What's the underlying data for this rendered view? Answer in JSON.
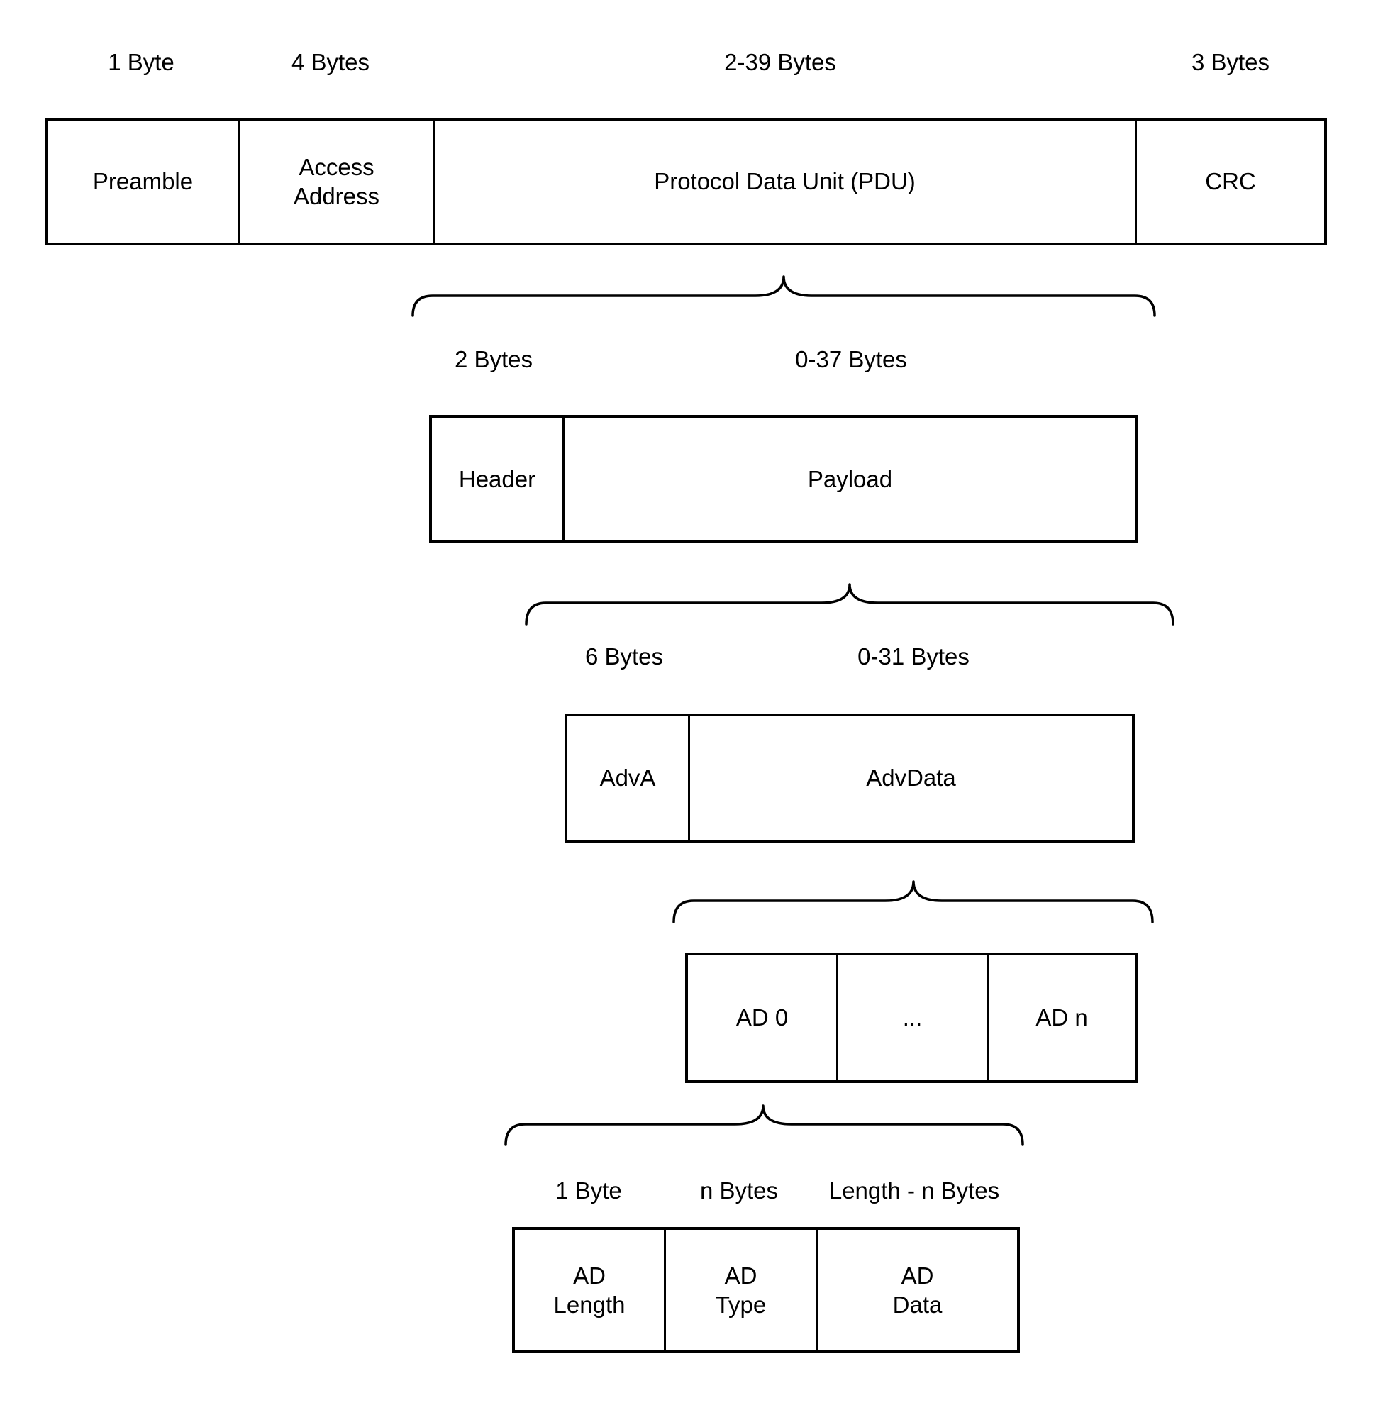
{
  "colors": {
    "background": "#ffffff",
    "line": "#000000",
    "text": "#000000"
  },
  "packet_row": {
    "size_labels": {
      "preamble": "1 Byte",
      "access_address": "4 Bytes",
      "pdu": "2-39 Bytes",
      "crc": "3 Bytes"
    },
    "cells": {
      "preamble": "Preamble",
      "access_address": "Access\nAddress",
      "pdu": "Protocol Data Unit (PDU)",
      "crc": "CRC"
    }
  },
  "pdu_row": {
    "size_labels": {
      "header": "2 Bytes",
      "payload": "0-37 Bytes"
    },
    "cells": {
      "header": "Header",
      "payload": "Payload"
    }
  },
  "payload_row": {
    "size_labels": {
      "adva": "6 Bytes",
      "advdata": "0-31 Bytes"
    },
    "cells": {
      "adva": "AdvA",
      "advdata": "AdvData"
    }
  },
  "advdata_row": {
    "cells": {
      "ad0": "AD 0",
      "ellipsis": "...",
      "adn": "AD n"
    }
  },
  "ad_structure_row": {
    "size_labels": {
      "ad_length": "1 Byte",
      "ad_type": "n Bytes",
      "ad_data": "Length - n Bytes"
    },
    "cells": {
      "ad_length": "AD\nLength",
      "ad_type": "AD\nType",
      "ad_data": "AD\nData"
    }
  }
}
